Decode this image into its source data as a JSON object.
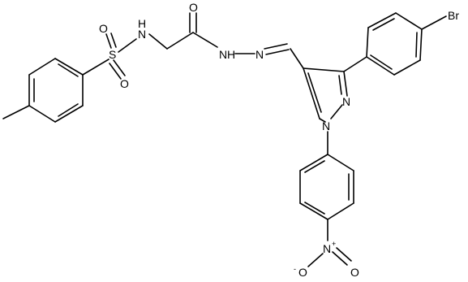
{
  "molecule": {
    "atoms": {
      "br": "Br",
      "o_carbonyl": "O",
      "nh_amide_n": "N",
      "nh_amide_h": "H",
      "n_imine": "N",
      "nh_sulfonamide": "N",
      "h_sulfonamide": "H",
      "s": "S",
      "o_s_top": "O",
      "o_s_bottom": "O",
      "pyrazole_n1": "N",
      "pyrazole_n2": "N",
      "nitro_n": "N",
      "nitro_n_charge": "+",
      "nitro_o_left": "O",
      "nitro_o_left_charge": "-",
      "nitro_o_right": "O"
    }
  }
}
